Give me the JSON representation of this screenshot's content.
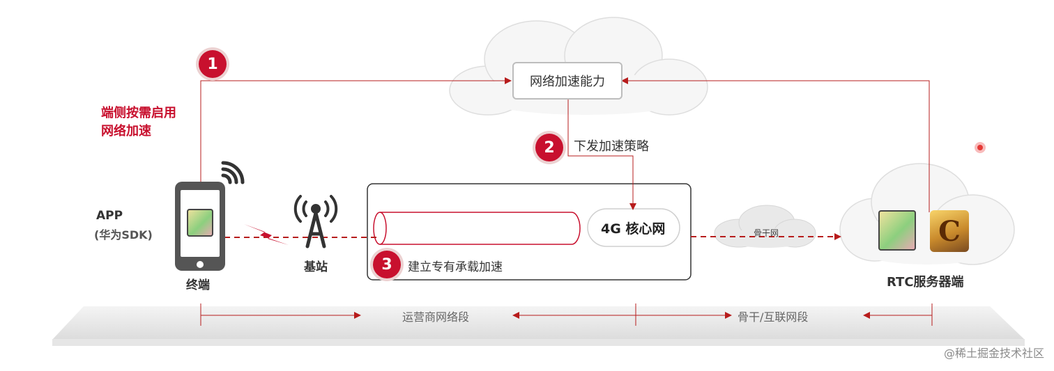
{
  "cloud": {
    "capability_label": "网络加速能力"
  },
  "steps": [
    {
      "number": "1",
      "text": "端侧按需启用\n网络加速"
    },
    {
      "number": "2",
      "text": "下发加速策略"
    },
    {
      "number": "3",
      "text": "建立专有承载加速"
    }
  ],
  "terminal": {
    "app_label": "APP",
    "sdk_label": "(华为SDK)",
    "device_label": "终端"
  },
  "base_station": {
    "label": "基站"
  },
  "core_network": {
    "label": "4G 核心网"
  },
  "backbone_cloud": {
    "label": "骨干网"
  },
  "server": {
    "label": "RTC服务器端",
    "game_logo_letter": "C"
  },
  "segments": {
    "operator": "运营商网络段",
    "backbone": "骨干/互联网段"
  },
  "watermark": "@稀土掘金技术社区",
  "colors": {
    "accent_red": "#c8102e",
    "arrow_red": "#b71c1c",
    "text_gray": "#555555"
  }
}
